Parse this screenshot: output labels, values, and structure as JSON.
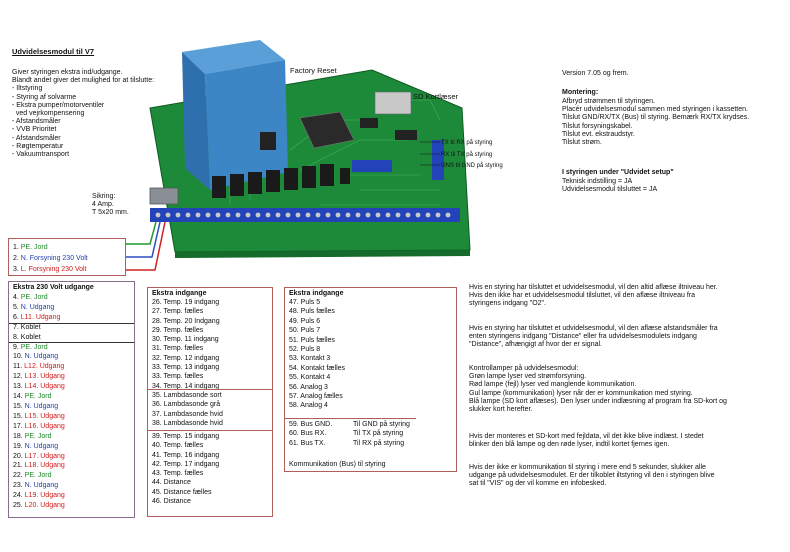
{
  "title": "Udvidelsesmodul til V7",
  "intro": [
    "Giver styringen ekstra ind/udgange.",
    "Blandt andet giver det mulighed for at tilslutte:",
    "- Iltstyring",
    "- Styring af solvarme",
    "- Ekstra pumper/motorventiler",
    "  ved vejrkompensering",
    "- Afstandsmåler",
    "- VVB Prioritet",
    "- Afstandsmåler",
    "- Røgtemperatur",
    "- Vakuumtransport"
  ],
  "fuse": [
    "Sikring:",
    "4 Amp.",
    "T 5x20 mm."
  ],
  "factory_reset": "Factory Reset",
  "sd_label": "SD Kortlæser",
  "comm_labels": [
    "TX til RX på styring",
    "RX til TX på styring",
    "GNS til GND på styring"
  ],
  "version": "Version 7.05 og frem.",
  "montering_title": "Montering:",
  "montering": [
    "Afbryd strømmen til styringen.",
    "Placér udvidelsesmodul sammen med styringen i kassetten.",
    "Tilslut GND/RX/TX (Bus) til styring. Bemærk RX/TX krydses.",
    "Tilslut forsyningskabel.",
    "Tilslut evt. ekstraudstyr.",
    "Tilslut strøm."
  ],
  "setup_title": "I styringen under \"Udvidet setup\"",
  "setup": [
    "Teknisk indstilling = JA",
    "Udvidelsesmodul tilsluttet = JA"
  ],
  "supply": [
    {
      "n": "1.",
      "t": "PE. Jord",
      "c": "grn"
    },
    {
      "n": "2.",
      "t": "N. Forsyning 230 Volt",
      "c": "blu"
    },
    {
      "n": "3.",
      "t": "L. Forsyning 230 Volt",
      "c": "red"
    }
  ],
  "col1_title": "Ekstra 230 Volt udgange",
  "col1": [
    {
      "n": "4.",
      "t": "PE. Jord",
      "c": "grn"
    },
    {
      "n": "5.",
      "t": "N. Udgang",
      "c": "blu"
    },
    {
      "n": "6.",
      "t": "L11. Udgang",
      "c": "red"
    },
    {
      "n": "7.",
      "t": "Koblet",
      "c": "dark"
    },
    {
      "n": "8.",
      "t": "Koblet",
      "c": "dark"
    },
    {
      "n": "9.",
      "t": "PE. Jord",
      "c": "grn"
    },
    {
      "n": "10.",
      "t": "N. Udgang",
      "c": "blu"
    },
    {
      "n": "11.",
      "t": "L12. Udgang",
      "c": "red"
    },
    {
      "n": "12.",
      "t": "L13. Udgang",
      "c": "red"
    },
    {
      "n": "13.",
      "t": "L14. Udgang",
      "c": "red"
    },
    {
      "n": "14.",
      "t": "PE. Jord",
      "c": "grn"
    },
    {
      "n": "15.",
      "t": "N. Udgang",
      "c": "blu"
    },
    {
      "n": "15.",
      "t": "L15. Udgang",
      "c": "red"
    },
    {
      "n": "17.",
      "t": "L16. Udgang",
      "c": "red"
    },
    {
      "n": "18.",
      "t": "PE. Jord",
      "c": "grn"
    },
    {
      "n": "19.",
      "t": "N. Udgang",
      "c": "blu"
    },
    {
      "n": "20.",
      "t": "L17. Udgang",
      "c": "red"
    },
    {
      "n": "21.",
      "t": "L18. Udgang",
      "c": "red"
    },
    {
      "n": "22.",
      "t": "PE. Jord",
      "c": "grn"
    },
    {
      "n": "23.",
      "t": "N. Udgang",
      "c": "blu"
    },
    {
      "n": "24.",
      "t": "L19. Udgang",
      "c": "red"
    },
    {
      "n": "25.",
      "t": "L20. Udgang",
      "c": "red"
    }
  ],
  "col2_title": "Ekstra indgange",
  "col2a": [
    "26. Temp. 19 indgang",
    "27. Temp. fælles",
    "28. Temp. 20 Indgang",
    "29. Temp. fælles",
    "30. Temp. 11 indgang",
    "31. Temp. fælles",
    "32. Temp. 12 indgang",
    "33. Temp. 13 indgang",
    "33. Temp. fælles",
    "34. Temp. 14 indgang"
  ],
  "col2b": [
    "35. Lambdasonde sort",
    "36. Lambdasonde grå",
    "37. Lambdasonde hvid",
    "38. Lambdasonde hvid"
  ],
  "col2c": [
    "39. Temp. 15 indgang",
    "40. Temp. fælles",
    "41. Temp. 16 indgang",
    "42. Temp. 17 indgang",
    "43. Temp. fælles",
    "44. Distance",
    "45. Distance fælles",
    "46. Distance"
  ],
  "col3_title": "Ekstra indgange",
  "col3a": [
    "47. Puls 5",
    "48. Puls fælles",
    "49. Puls 6",
    "50. Puls 7",
    "51. Puls fælles",
    "52. Puls 8",
    "53. Kontakt 3",
    "54. Kontakt fælles",
    "55. Kontakt 4",
    "56. Analog 3",
    "57. Analog fælles",
    "58. Analog 4"
  ],
  "col3b": [
    {
      "a": "59. Bus GND.",
      "b": "Til GND på styring"
    },
    {
      "a": "60. Bus RX.",
      "b": "Til TX på styring"
    },
    {
      "a": "61. Bus TX.",
      "b": "Til RX på styring"
    }
  ],
  "col3_footer": "Kommunikation (Bus) til styring",
  "info1": [
    "Hvis en styring har tilsluttet et udvidelsesmodul, vil den altid aflæse iltniveau her.",
    "Hvis den ikke har et udvidelsesmodul tilsluttet, vil den aflæse iltniveau fra",
    "styringens indgang \"O2\"."
  ],
  "info2": [
    "Hvis en styring har tilsluttet et udvidelsesmodul, vil den aflæse afstandsmåler fra",
    "enten styringens indgang \"Distance\" eller fra udvidelsesmodulets indgang",
    "\"Distance\", afhængigt af hvor der er signal."
  ],
  "info3": [
    "Kontrollamper på udvidelsesmodul:",
    "Grøn lampe lyser ved strømforsyning.",
    "Rød lampe (fejl) lyser ved manglende kommunikation.",
    "Gul lampe (kommunikation) lyser når der er kommunikation med styring.",
    "Blå lampe (SD kort aflæses). Den lyser under indlæsning af program fra SD-kort og",
    "slukker kort herefter."
  ],
  "info4": [
    "Hvis der monteres et SD-kort med fejldata, vil det ikke blive indlæst. I stedet",
    "blinker den blå lampe og den røde lyser, indtil kortet fjernes igen."
  ],
  "info5": [
    "Hvis der ikke er kommunikation til styring i mere end 5 sekunder, slukker alle",
    "udgange på udvidelsesmodulet. Er der tilkoblet iltstyring vil den i styringen blive",
    "sat til \"VIS\" og der vil komme en infobesked."
  ],
  "colors": {
    "pcb": "#1d8a3a",
    "pcb_dark": "#146b2b",
    "transformer": "#3d86c6",
    "terminal": "#2244b8",
    "relay": "#1a1a1a"
  }
}
